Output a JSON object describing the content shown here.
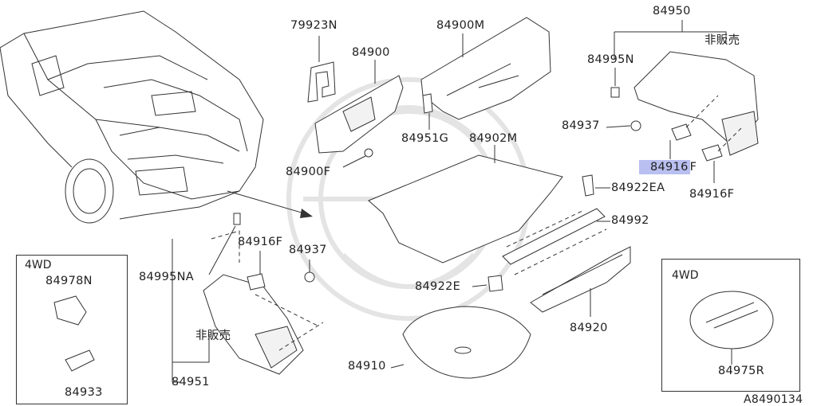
{
  "diagram_id": "A8490134",
  "labels": {
    "p79923N": "79923N",
    "p84900": "84900",
    "p84900M": "84900M",
    "p84950": "84950",
    "p84995N": "84995N",
    "nfs_top": "非販売",
    "p84937_r": "84937",
    "p84951G": "84951G",
    "p84902M": "84902M",
    "p84900F": "84900F",
    "p84916F_hl": "84916",
    "p84916F_hl_suffix": "F",
    "p84916F_r": "84916F",
    "p84922EA": "84922EA",
    "p84992": "84992",
    "p84916F_l": "84916F",
    "p84937_l": "84937",
    "p84995NA": "84995NA",
    "nfs_left": "非販売",
    "p84951": "84951",
    "p84922E": "84922E",
    "p84920": "84920",
    "p84910": "84910",
    "p84975R": "84975R"
  },
  "inset_left": {
    "title": "4WD",
    "p84978N": "84978N",
    "p84933": "84933"
  },
  "inset_right": {
    "title": "4WD"
  },
  "colors": {
    "line": "#333333",
    "highlight": "#b9bff0",
    "watermark": "#e4e4e4"
  }
}
